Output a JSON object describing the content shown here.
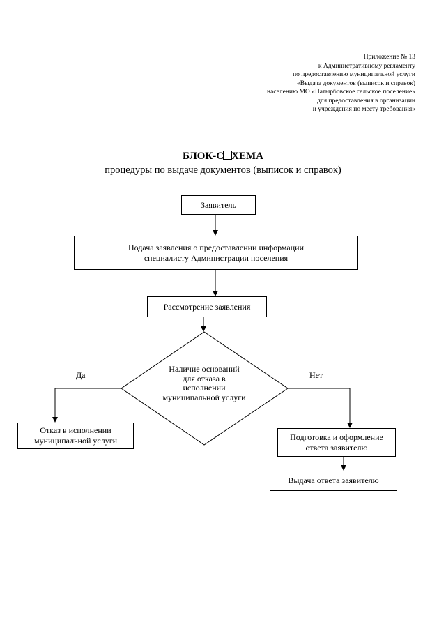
{
  "appendix": {
    "lines": [
      "Приложение № 13",
      "к Административному регламенту",
      "по предоставлению муниципальной услуги",
      "«Выдача документов (выписок и справок)",
      "населению МО «Натырбовское сельское поселение»",
      "для предоставления в организации",
      "и учреждения по месту требования»"
    ]
  },
  "title": {
    "part1": "БЛОК-С",
    "part2": "ХЕМА"
  },
  "subtitle": "процедуры  по выдаче документов (выписок и справок)",
  "flow": {
    "applicant": "Заявитель",
    "submission": "Подача заявления о предоставлении информации  специалисту Администрации поселения",
    "review": "Рассмотрение заявления",
    "decision": "Наличие оснований для отказа в исполнении муниципальной услуги",
    "yes_label": "Да",
    "no_label": "Нет",
    "refusal": "Отказ в исполнении муниципальной услуги",
    "preparation": "Подготовка и оформление ответа заявителю",
    "delivery": "Выдача ответа заявителю"
  }
}
